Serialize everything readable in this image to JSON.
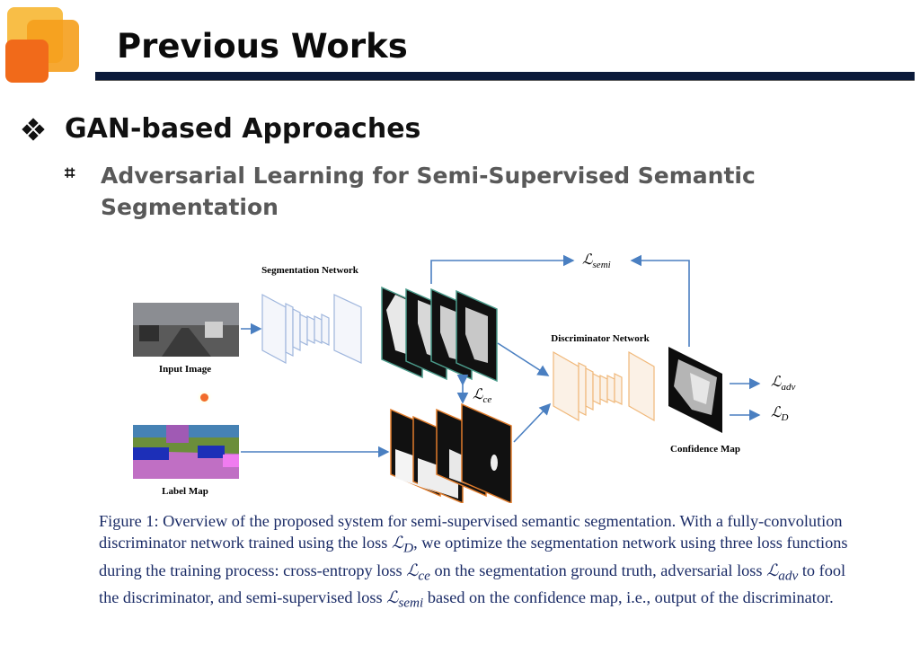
{
  "header": {
    "title": "Previous Works"
  },
  "bullet1": {
    "text": "GAN-based Approaches"
  },
  "bullet2": {
    "line1": "Adversarial Learning for Semi-Supervised Semantic",
    "line2": "Segmentation"
  },
  "diagram": {
    "seg_network_label": "Segmentation Network",
    "disc_network_label": "Discriminator Network",
    "input_image_label": "Input Image",
    "label_map_label": "Label Map",
    "confidence_map_label": "Confidence Map",
    "loss_semi": "semi",
    "loss_ce": "ce",
    "loss_adv": "adv",
    "loss_d": "D",
    "loss_symbol": "ℒ",
    "colors": {
      "arrow": "#4a7fc1",
      "seg_block": "#9fb6dd",
      "disc_block": "#f0b87a",
      "teal": "#4a9a8a",
      "orange_edge": "#e07b2a"
    }
  },
  "caption": {
    "p1": "Figure 1: Overview of the proposed system for semi-supervised semantic segmentation. With a fully-convolution discriminator network trained using the loss ",
    "sym_d": "D",
    "p2": ", we optimize the segmentation network using three loss functions during the training process: cross-entropy loss ",
    "sym_ce": "ce",
    "p3": " on the segmentation ground truth, adversarial loss ",
    "sym_adv": "adv",
    "p4": " to fool the discriminator, and semi-supervised loss ",
    "sym_semi": "semi",
    "p5": " based on the confidence map, i.e., output of the discriminator.",
    "symbol": "ℒ"
  }
}
